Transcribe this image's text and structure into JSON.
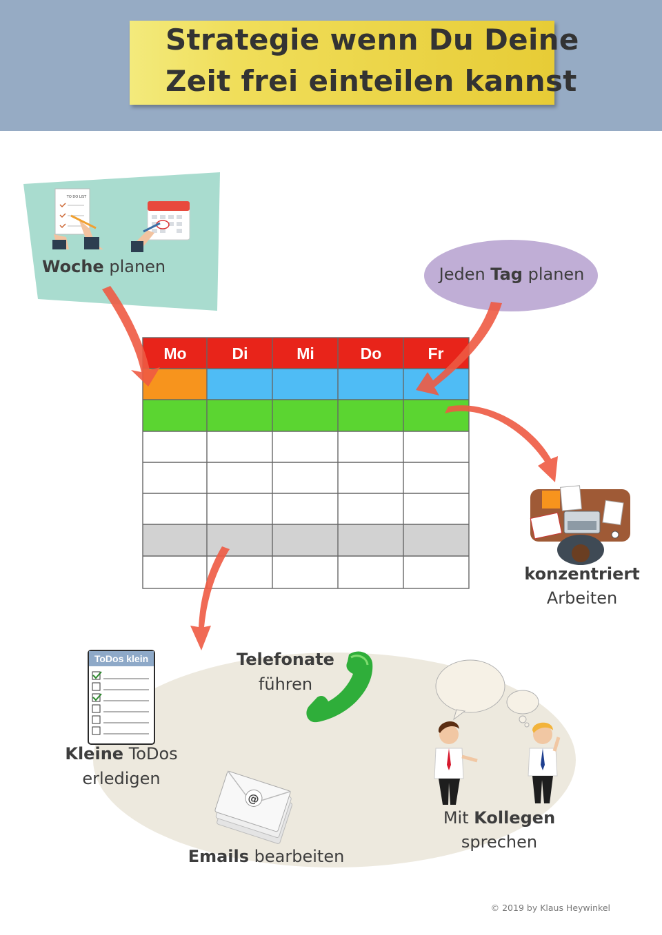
{
  "title": {
    "line1": "Strategie wenn Du Deine",
    "line2": "Zeit frei einteilen kannst"
  },
  "week_plan": {
    "bold": "Woche",
    "rest": " planen",
    "todo_list_caption": "TO DO LIST"
  },
  "day_plan": {
    "pre": "Jeden ",
    "bold": "Tag",
    "post": " planen"
  },
  "table": {
    "days": [
      "Mo",
      "Di",
      "Mi",
      "Do",
      "Fr"
    ]
  },
  "focus": {
    "bold": "konzentriert",
    "rest": "Arbeiten"
  },
  "phone": {
    "bold": "Telefonate",
    "rest": "führen"
  },
  "todos": {
    "card_title": "ToDos klein",
    "bold": "Kleine",
    "rest1": " ToDos",
    "rest2": "erledigen"
  },
  "emails": {
    "bold": "Emails",
    "rest": " bearbeiten"
  },
  "colleagues": {
    "pre": "Mit ",
    "bold": "Kollegen",
    "rest": "sprechen"
  },
  "copyright": "© 2019 by Klaus Heywinkel",
  "colors": {
    "header": "#96abc4",
    "title_yellow": "#f0de5a",
    "week_card": "#a9dccf",
    "day_bubble": "#c0aed6",
    "table_header_red": "#e8241a",
    "slot_orange": "#f7941d",
    "slot_blue": "#4fbcf5",
    "slot_green": "#5bd531",
    "slot_gray": "#d2d2d2",
    "arrow_red": "#ee5a43",
    "phone_green": "#2fae3a",
    "ellipse_beige": "#ede9de"
  }
}
